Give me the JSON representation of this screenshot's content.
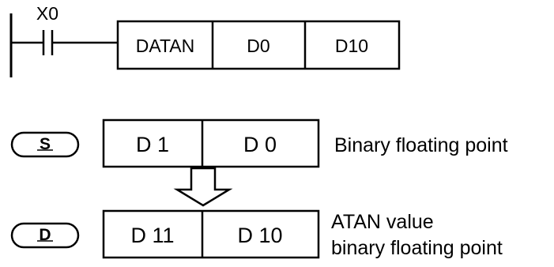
{
  "ladder": {
    "contact_label": "X0",
    "instruction": "DATAN",
    "operand_source": "D0",
    "operand_destination": "D10"
  },
  "source_row": {
    "tag": "S",
    "high_register": "D 1",
    "low_register": "D 0",
    "description": "Binary floating point"
  },
  "destination_row": {
    "tag": "D",
    "high_register": "D 11",
    "low_register": "D 10",
    "description_line1": "ATAN value",
    "description_line2": "binary floating point"
  },
  "colors": {
    "ink": "#000000",
    "background": "#ffffff"
  }
}
